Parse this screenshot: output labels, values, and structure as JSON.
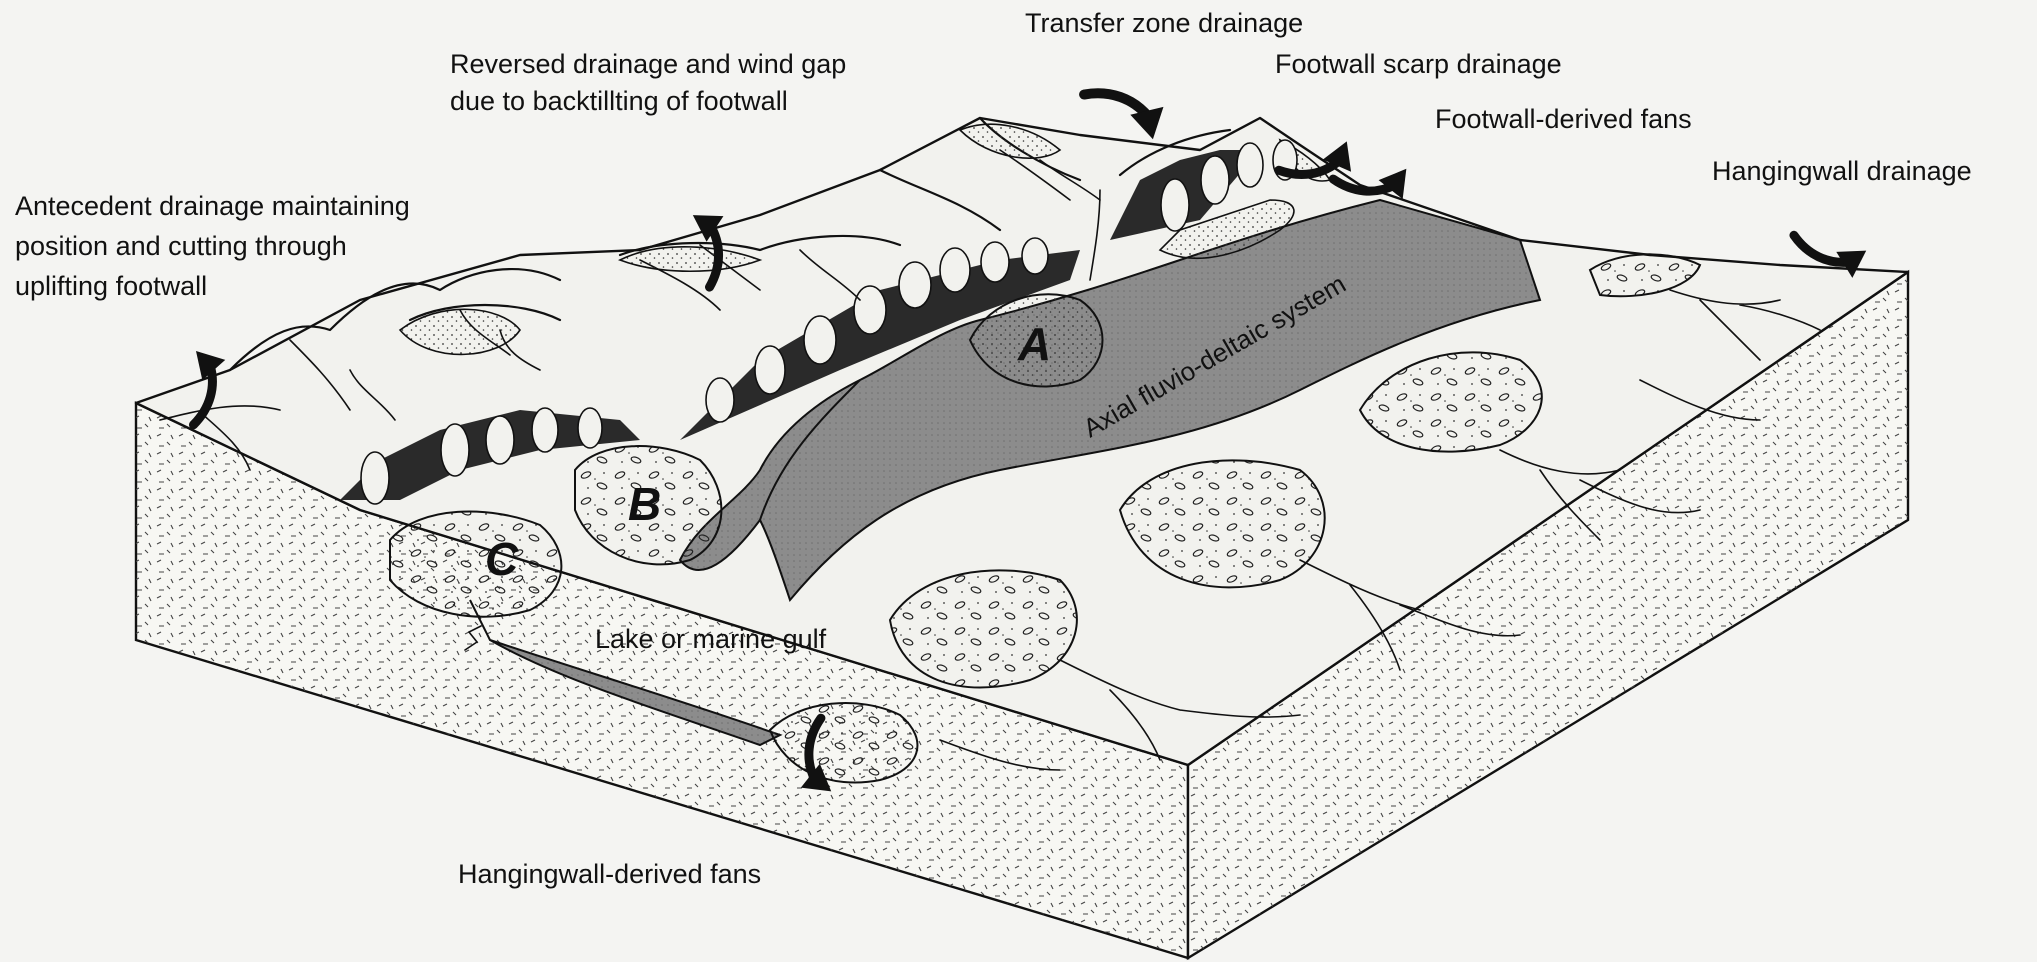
{
  "labels": {
    "transfer_zone": "Transfer zone drainage",
    "reversed_1": "Reversed drainage and wind gap",
    "reversed_2": "due to backtillting of footwall",
    "footwall_scarp": "Footwall scarp drainage",
    "footwall_fans": "Footwall-derived fans",
    "hangingwall_drainage": "Hangingwall drainage",
    "antecedent_1": "Antecedent drainage maintaining",
    "antecedent_2": "position and cutting through",
    "antecedent_3": "uplifting footwall",
    "axial": "Axial fluvio-deltaic system",
    "lake": "Lake or marine gulf",
    "hangingwall_fans": "Hangingwall-derived fans",
    "fan_a": "A",
    "fan_b": "B",
    "fan_c": "C"
  },
  "colors": {
    "background": "#f4f4f2",
    "ink": "#111111",
    "water": "#8e8e8e",
    "scarp_dark": "#2a2a2a",
    "fan_fill": "#f2f2ee",
    "block_side": "#f7f7f3"
  },
  "icons": {
    "arrow": "curved-arrow-icon"
  }
}
